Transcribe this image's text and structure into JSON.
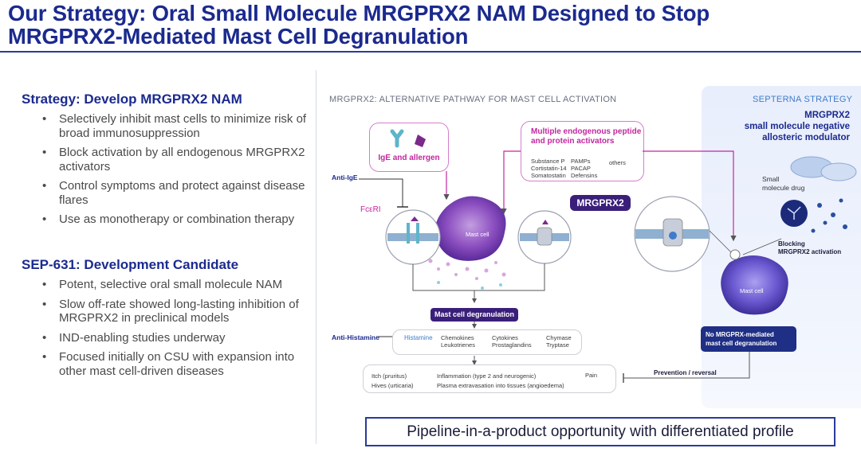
{
  "title": {
    "line1": "Our Strategy: Oral Small Molecule MRGPRX2 NAM Designed to Stop",
    "line2": "MRGPRX2-Mediated Mast Cell Degranulation"
  },
  "left": {
    "section1": {
      "heading": "Strategy: Develop MRGPRX2 NAM",
      "bullets": [
        "Selectively inhibit mast cells to minimize risk of broad immunosuppression",
        "Block activation by all endogenous MRGPRX2 activators",
        "Control symptoms and protect against disease flares",
        "Use as monotherapy or combination therapy"
      ]
    },
    "section2": {
      "heading": "SEP-631: Development Candidate",
      "bullets": [
        "Potent, selective oral small molecule NAM",
        "Slow off-rate showed long-lasting inhibition of MRGPRX2 in preclinical models",
        "IND-enabling studies underway",
        "Focused initially on CSU with expansion into other mast cell-driven diseases"
      ]
    }
  },
  "diagram": {
    "heading": "MRGPRX2: ALTERNATIVE PATHWAY FOR MAST CELL ACTIVATION",
    "septerna_label": "SEPTERNA STRATEGY",
    "nam_label_line1": "MRGPRX2",
    "nam_label_line2": "small molecule negative",
    "nam_label_line3": "allosteric modulator",
    "ige_allergen": "IgE and allergen",
    "activators_title_line1": "Multiple endogenous peptide",
    "activators_title_line2": "and protein activators",
    "activators": {
      "col1": [
        "Substance P",
        "Cortistatin-14",
        "Somatostatin"
      ],
      "col2": [
        "PAMPs",
        "PACAP",
        "Defensins"
      ],
      "col3": "others"
    },
    "anti_ige": "Anti-IgE",
    "fceri": "FcεRI",
    "mast_cell": "Mast cell",
    "mrgprx2_pill": "MRGPRX2",
    "small_molecule_drug_line1": "Small",
    "small_molecule_drug_line2": "molecule drug",
    "blocking_line1": "Blocking",
    "blocking_line2": "MRGPRX2 activation",
    "mast_cell_right": "Mast cell",
    "degranulation": "Mast cell degranulation",
    "anti_histamine": "Anti-Histamine",
    "mediators": {
      "histamine": "Histamine",
      "row1": [
        "Chemokines",
        "Cytokines",
        "Chymase"
      ],
      "row2": [
        "Leukotrienes",
        "Prostaglandins",
        "Tryptase"
      ]
    },
    "symptoms": {
      "row1": [
        "Itch (pruritus)",
        "Inflammation (type 2 and neurogenic)",
        "Pain"
      ],
      "row2": [
        "Hives (urticaria)",
        "Plasma extravasation into tissues (angioedema)"
      ]
    },
    "no_degranulation_line1": "No MRGPRX-mediated",
    "no_degranulation_line2": "mast cell degranulation",
    "prevention": "Prevention / reversal"
  },
  "cta": "Pipeline-in-a-product opportunity with differentiated profile",
  "colors": {
    "brand": "#1b2a8e",
    "accent_pink": "#c2279e",
    "dark_purple": "#3a1f7a",
    "strategy_blue": "#3f7cc9"
  }
}
